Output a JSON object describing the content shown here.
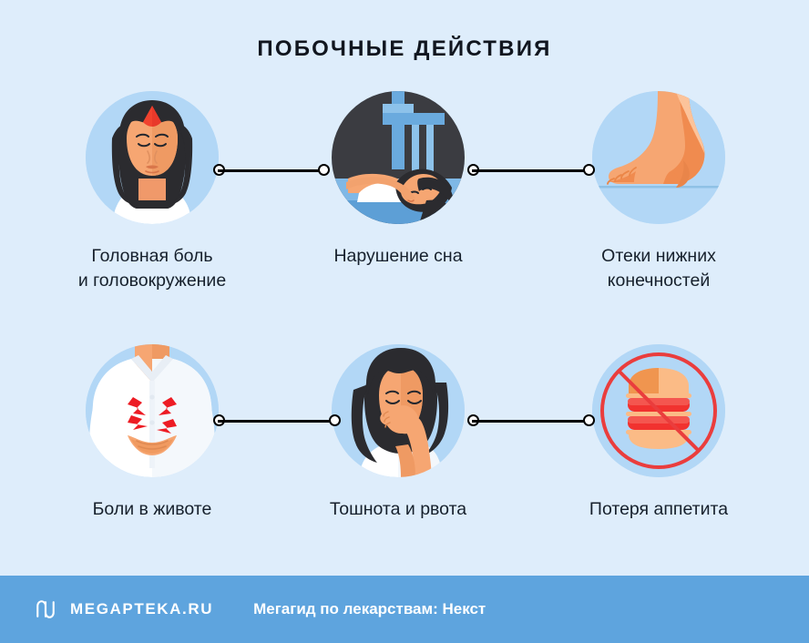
{
  "title": "ПОБОЧНЫЕ ДЕЙСТВИЯ",
  "background_color": "#deedfb",
  "accent_color": "#5ea4de",
  "text_color": "#16202c",
  "rows": [
    {
      "items": [
        {
          "caption": "Головная боль\nи головокружение",
          "icon": "headache-dizziness-icon"
        },
        {
          "caption": "Нарушение сна",
          "icon": "sleep-disorder-icon"
        },
        {
          "caption": "Отеки нижних\nконечностей",
          "icon": "leg-swelling-icon"
        }
      ]
    },
    {
      "items": [
        {
          "caption": "Боли в животе",
          "icon": "abdominal-pain-icon"
        },
        {
          "caption": "Тошнота и рвота",
          "icon": "nausea-vomiting-icon"
        },
        {
          "caption": "Потеря аппетита",
          "icon": "appetite-loss-icon"
        }
      ]
    }
  ],
  "footer": {
    "logo": "megapteka-m-monogram-logo",
    "brand": "MEGAPTEKA.RU",
    "tagline": "Мегагид по лекарствам: Некст"
  }
}
